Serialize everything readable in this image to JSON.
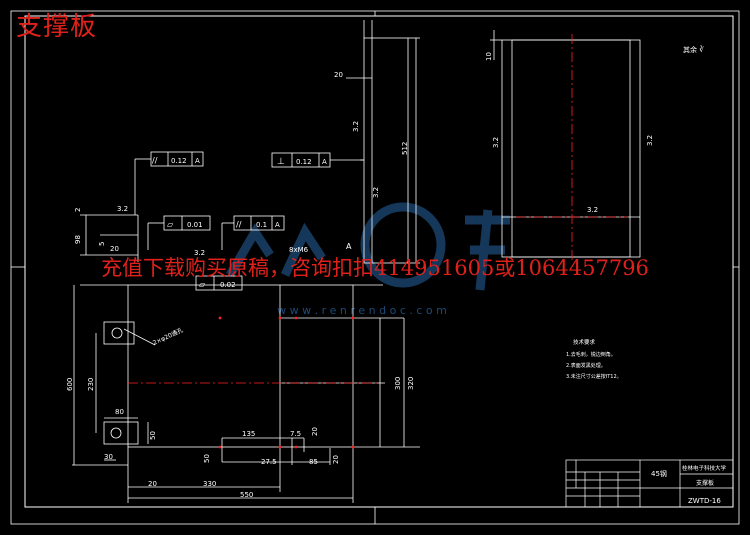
{
  "title": "支撑板",
  "watermark": "充值下载购买原稿，咨询扣扣414951605或1064457796",
  "site_url": "w w w . r e n r e n d o c . c o m",
  "dims": {
    "d20_top": "20",
    "d512": "512",
    "d10": "10",
    "d32a": "3.2",
    "d32b": "3.2",
    "d32c": "3.2",
    "d32d": "3.2",
    "d32e": "3.2",
    "d2": "2",
    "d98": "98",
    "d5": "5",
    "d20_mid": "20",
    "d8xm6": "8xM6",
    "d600": "600",
    "d230": "230",
    "d80": "80",
    "d50": "50",
    "d30": "30",
    "d20_bot": "20",
    "d330": "330",
    "d550": "550",
    "d135": "135",
    "d75": "7.5",
    "d20_c": "20",
    "d50b": "50",
    "d275": "27.5",
    "d85": "85",
    "d20_d": "20",
    "d300": "300",
    "d320": "320",
    "d2x20": "2×φ20通孔",
    "a_mark": "A",
    "rest_mark": "其余 ∛"
  },
  "tolerances": {
    "t1": {
      "sym": "//",
      "val": "0.12",
      "ref": "A"
    },
    "t2": {
      "sym": "⊥",
      "val": "0.12",
      "ref": "A"
    },
    "t3": {
      "sym": "▱",
      "val": "0.01"
    },
    "t4": {
      "sym": "//",
      "val": "0.1",
      "ref": "A"
    },
    "t5": {
      "sym": "▱",
      "val": "0.02"
    }
  },
  "notes": {
    "heading": "技术要求",
    "line1": "1.去毛刺，锐边倒角。",
    "line2": "2.表面发黑处理。",
    "line3": "3.未注尺寸公差按IT12。"
  },
  "title_block": {
    "material": "45钢",
    "school": "桂林电子科技大学",
    "part_name": "支撑板",
    "drawing_no": "ZWTD-16"
  },
  "colors": {
    "line": "#ffffff",
    "center": "#ff2020",
    "overlay": "#e0211b",
    "watermark_logo": "#1d4a78"
  }
}
